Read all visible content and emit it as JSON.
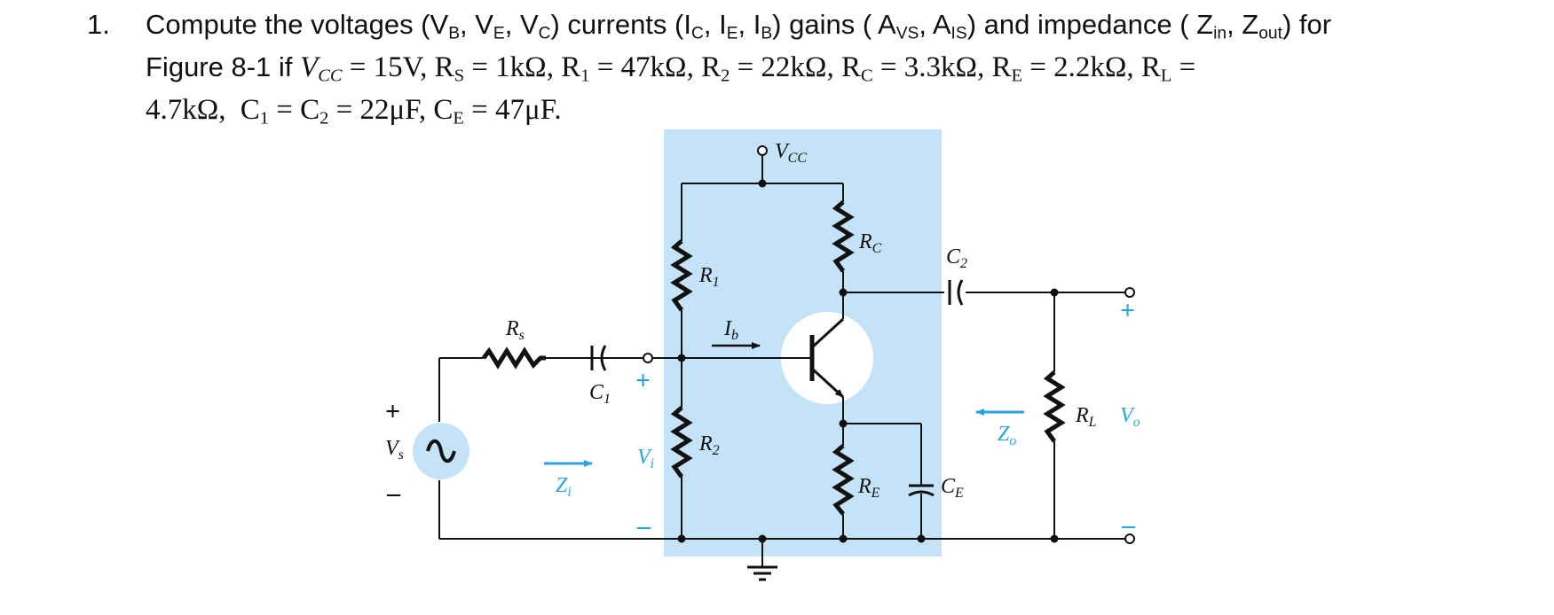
{
  "problem": {
    "number": "1.",
    "line1_text": "Compute the voltages (V",
    "vB_sub": "B",
    "comma1": ", V",
    "vE_sub": "E",
    "comma2": ", V",
    "vC_sub": "C",
    "currents_text": ") currents (I",
    "iC_sub": "C",
    "comma3": ", I",
    "iE_sub": "E",
    "comma4": ", I",
    "iB_sub": "B",
    "gains_text": ") gains ( A",
    "avs_sub": "VS",
    "comma5": ", A",
    "ais_sub": "IS",
    "impedance_text": ") and impedance ( Z",
    "zin_sub": "in",
    "comma6": ", Z",
    "zout_sub": "out",
    "for_text": ") for",
    "figure_text": "Figure 8-1 if",
    "vcc_var": "V",
    "vcc_sub": "CC",
    "vcc_val": "= 15V,",
    "rs_var": "R",
    "rs_sub": "S",
    "rs_val": "= 1kΩ,",
    "r1_var": "R",
    "r1_sub": "1",
    "r1_val": "= 47kΩ,",
    "r2_var": "R",
    "r2_sub": "2",
    "r2_val": "= 22kΩ,",
    "rc_var": "R",
    "rc_sub": "C",
    "rc_val": "= 3.3kΩ,",
    "re_var": "R",
    "re_sub": "E",
    "re_val": "= 2.2kΩ,",
    "rl_var": "R",
    "rl_sub": "L",
    "rl_eq": "=",
    "rl_val": "4.7kΩ,",
    "c1_var": "C",
    "c1_sub": "1",
    "c1_eq": "=",
    "c2_var": "C",
    "c2_sub": "2",
    "c2_val": "= 22μF,",
    "ce_var": "C",
    "ce_sub": "E",
    "ce_val": "= 47μF."
  },
  "circuit": {
    "vcc": "V",
    "vcc_sub": "CC",
    "rc": "R",
    "rc_sub": "C",
    "r1": "R",
    "r1_sub": "1",
    "r2": "R",
    "r2_sub": "2",
    "re": "R",
    "re_sub": "E",
    "ce": "C",
    "ce_sub": "E",
    "c1": "C",
    "c1_sub": "1",
    "c2": "C",
    "c2_sub": "2",
    "rs": "R",
    "rs_sub": "s",
    "rl": "R",
    "rl_sub": "L",
    "ib": "I",
    "ib_sub": "b",
    "vs": "V",
    "vs_sub": "s",
    "vi": "V",
    "vi_sub": "i",
    "vo": "V",
    "vo_sub": "o",
    "zi": "Z",
    "zi_sub": "i",
    "zo": "Z",
    "zo_sub": "o",
    "plus": "+",
    "minus": "–"
  },
  "colors": {
    "highlight": "#c5e3f8",
    "accent": "#29a3e0",
    "wire": "#111111"
  }
}
